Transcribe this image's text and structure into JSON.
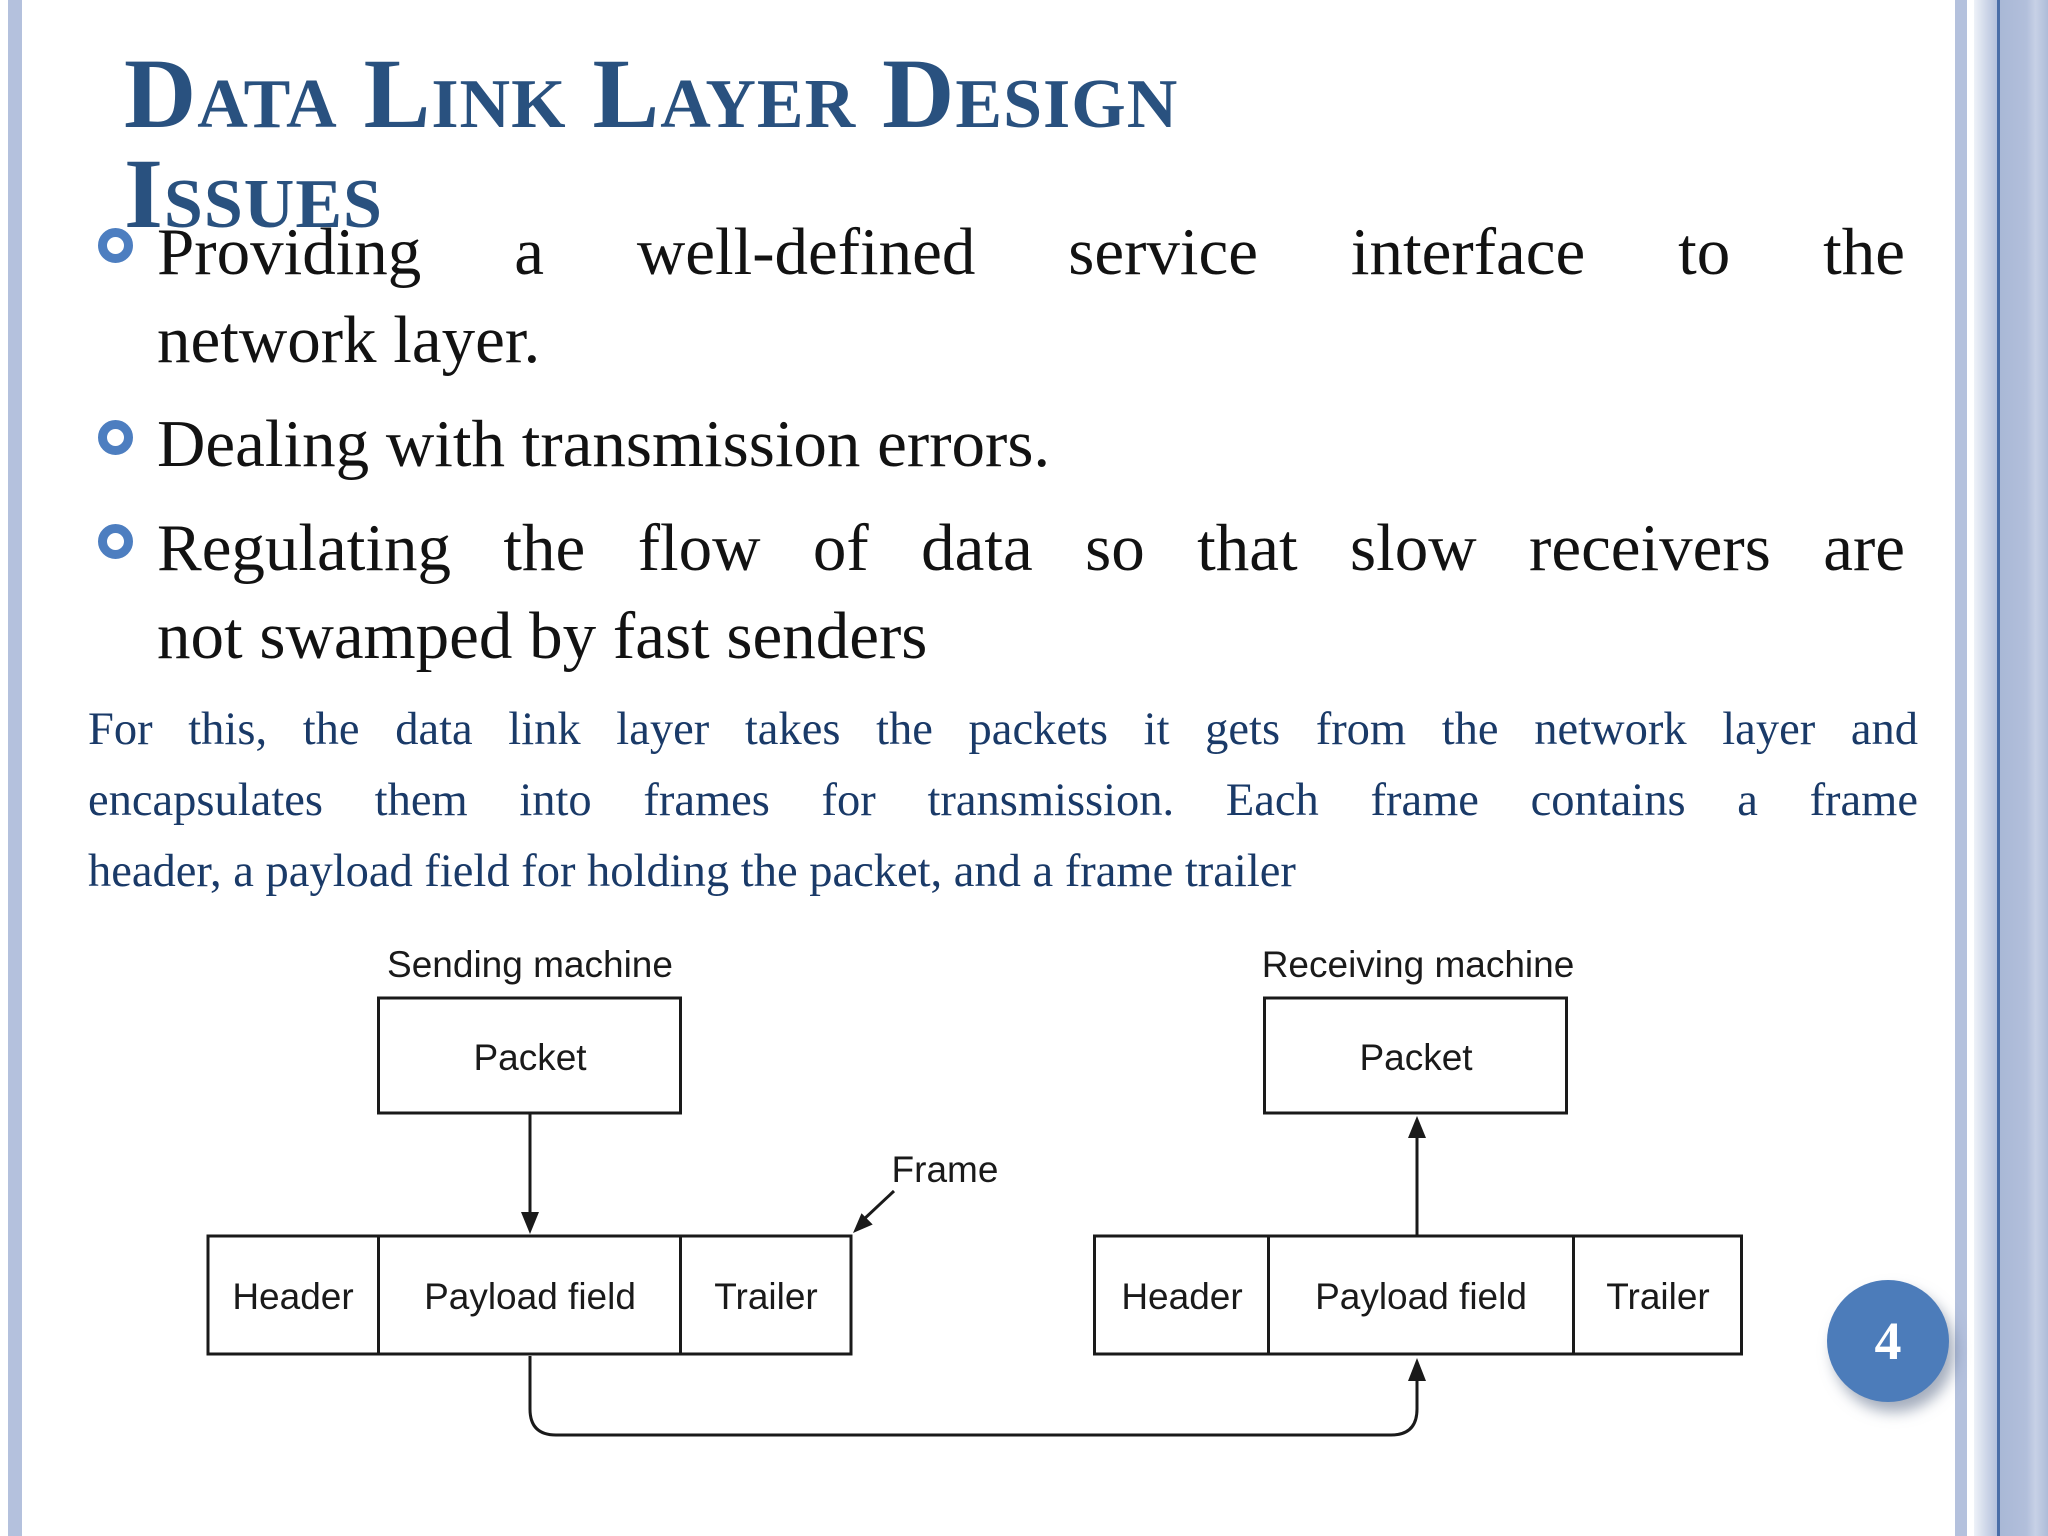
{
  "title": {
    "lines": [
      "Data Link Layer Design",
      "Issues"
    ]
  },
  "bullets": [
    {
      "lines": [
        "Providing a well-defined service interface to the",
        "network layer."
      ]
    },
    {
      "lines": [
        "Dealing with transmission errors."
      ]
    },
    {
      "lines": [
        "Regulating the flow of data so that slow receivers are",
        "not swamped by fast senders"
      ]
    }
  ],
  "paragraph": {
    "lines": [
      "For this, the data link layer takes the packets it gets from the network layer and",
      "encapsulates them into frames for transmission. Each frame contains a frame",
      "header, a payload field for holding the packet, and a frame trailer"
    ]
  },
  "diagram": {
    "sending": {
      "label": "Sending machine",
      "packet": "Packet",
      "frame": {
        "header": "Header",
        "payload": "Payload field",
        "trailer": "Trailer"
      }
    },
    "receiving": {
      "label": "Receiving machine",
      "packet": "Packet",
      "frame": {
        "header": "Header",
        "payload": "Payload field",
        "trailer": "Trailer"
      }
    },
    "frame_label": "Frame"
  },
  "page": {
    "number": "4"
  },
  "colors": {
    "title_color": "#29517f",
    "paragraph_color": "#1a3a68",
    "bullet_ring": "#4d7ec0",
    "page_circle": "#4c7cba",
    "border_stripe": "#b4c1dd",
    "border_line": "#4a6ea8"
  }
}
